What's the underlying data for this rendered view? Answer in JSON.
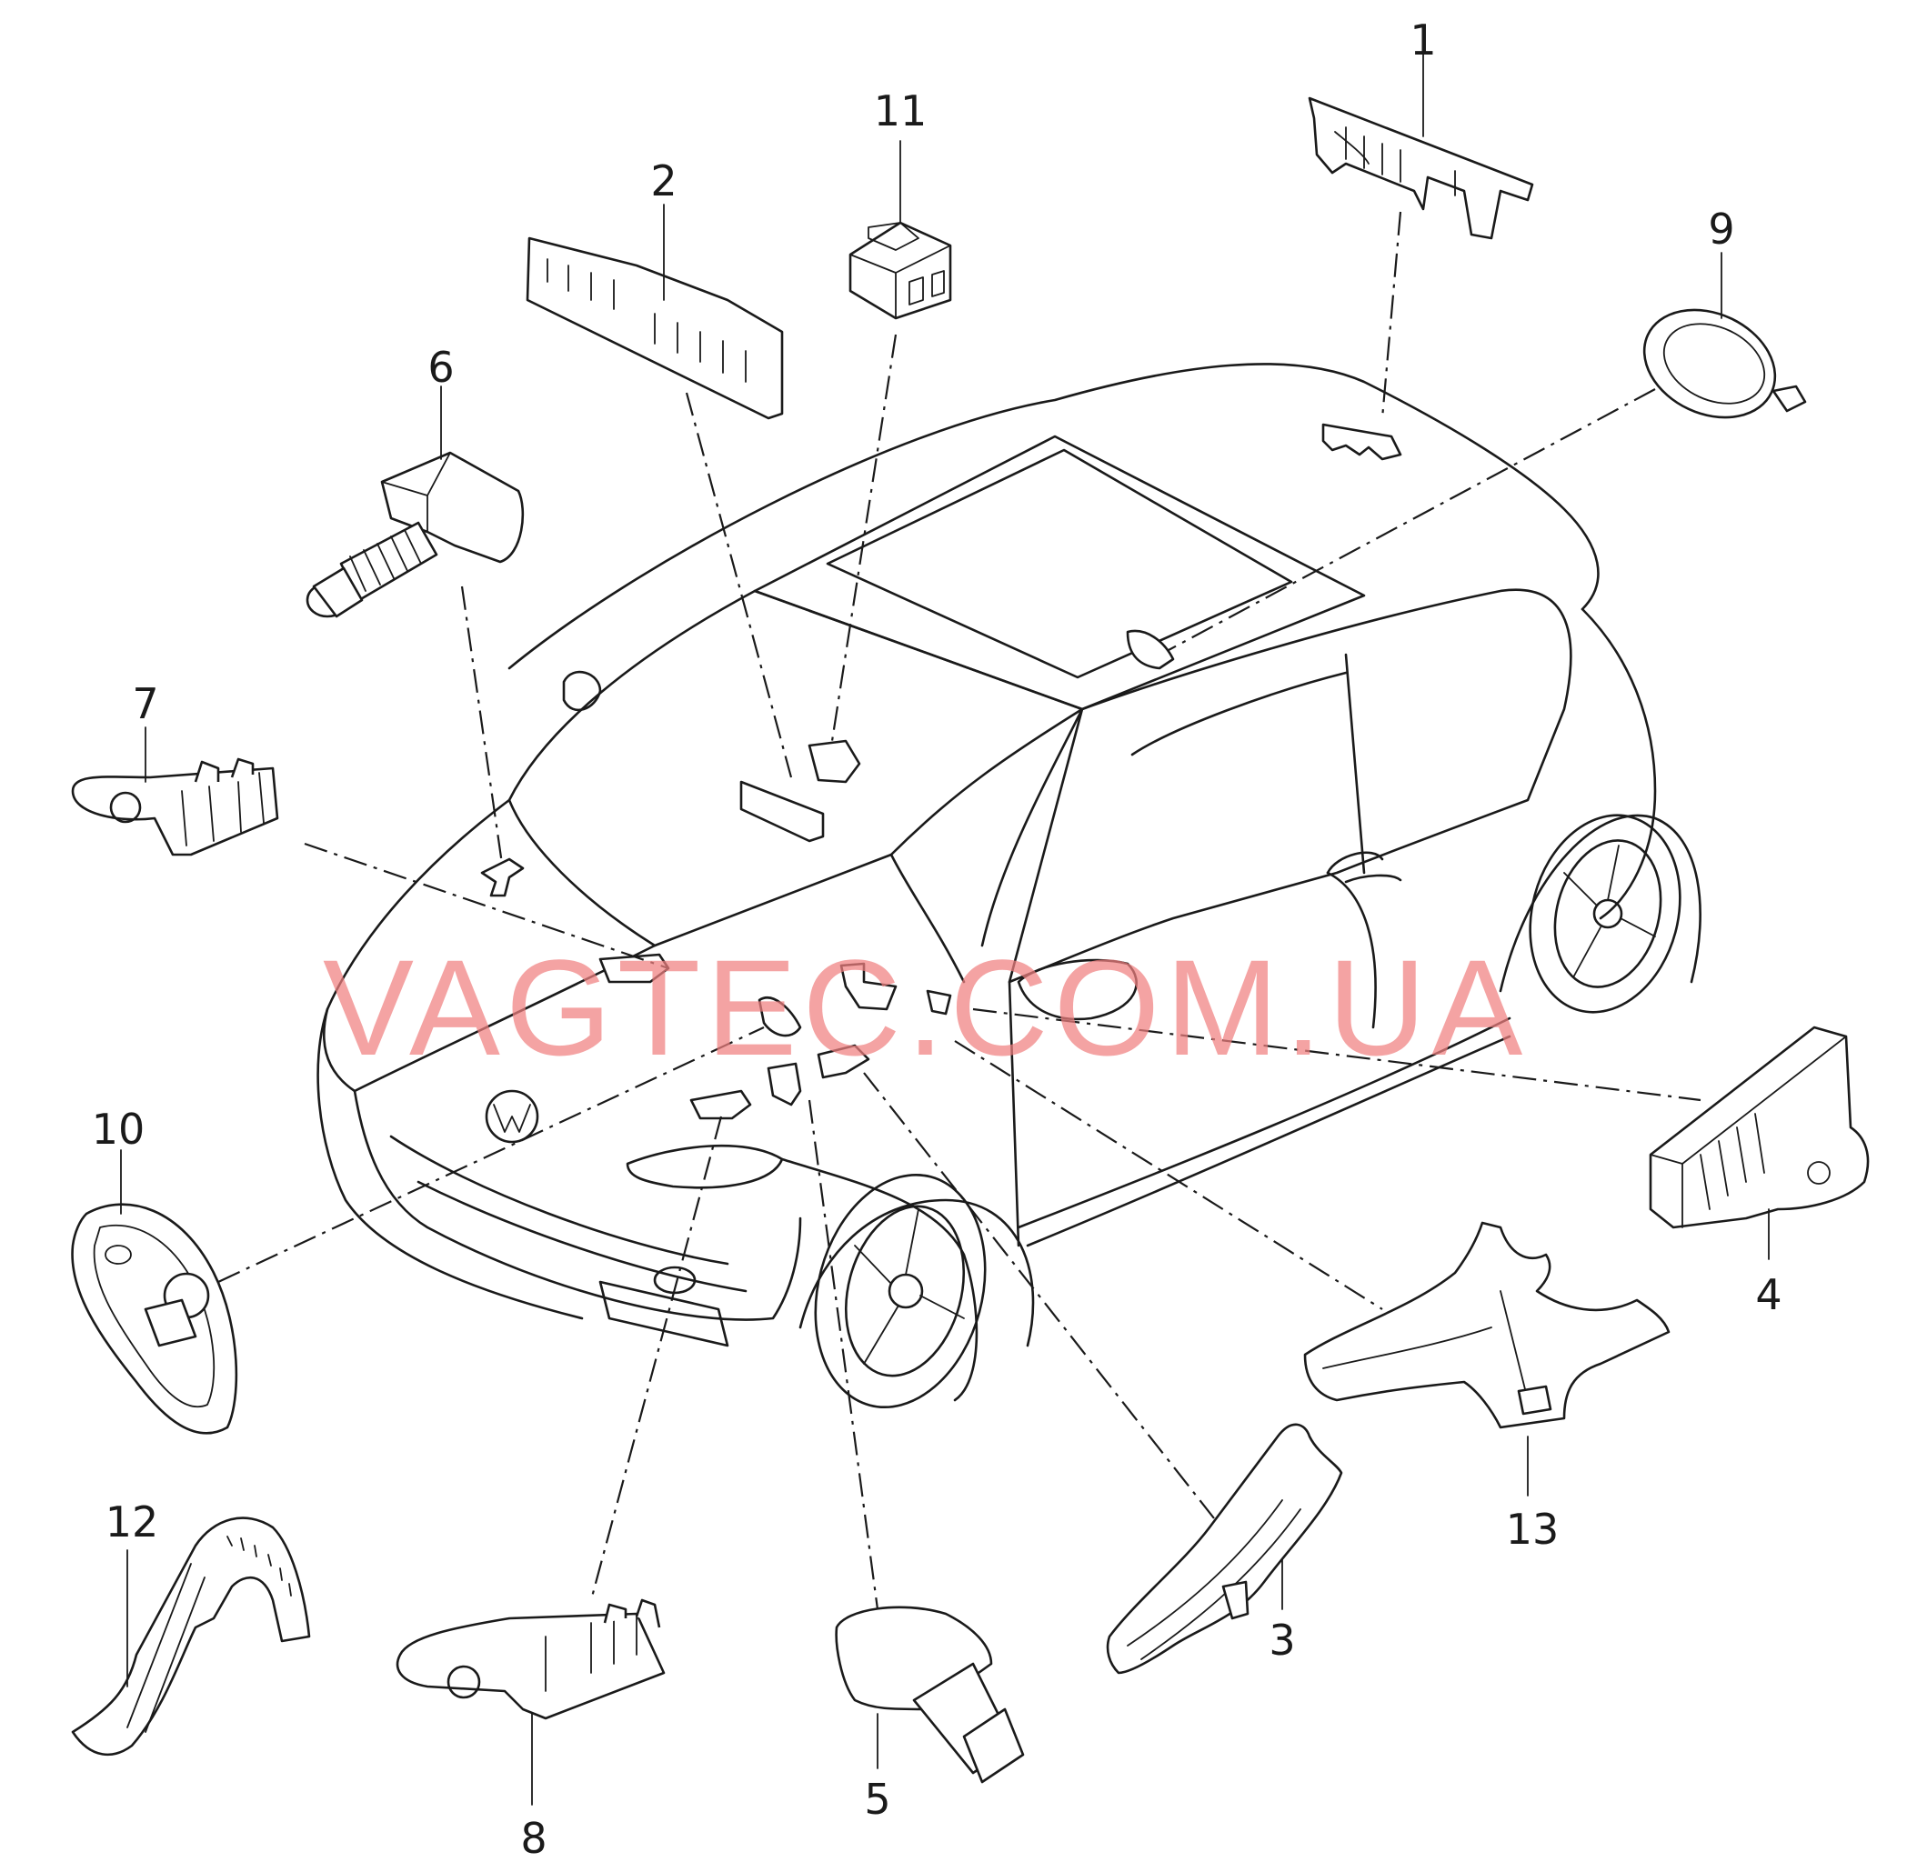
{
  "watermark": "VAGTEC.COM.UA",
  "callouts": {
    "c1": "1",
    "c2": "2",
    "c3": "3",
    "c4": "4",
    "c5": "5",
    "c6": "6",
    "c7": "7",
    "c8": "8",
    "c9": "9",
    "c10": "10",
    "c11": "11",
    "c12": "12",
    "c13": "13"
  },
  "colors": {
    "line": "#1a1a1a",
    "watermark": "#f07f7f",
    "background": "#ffffff"
  }
}
